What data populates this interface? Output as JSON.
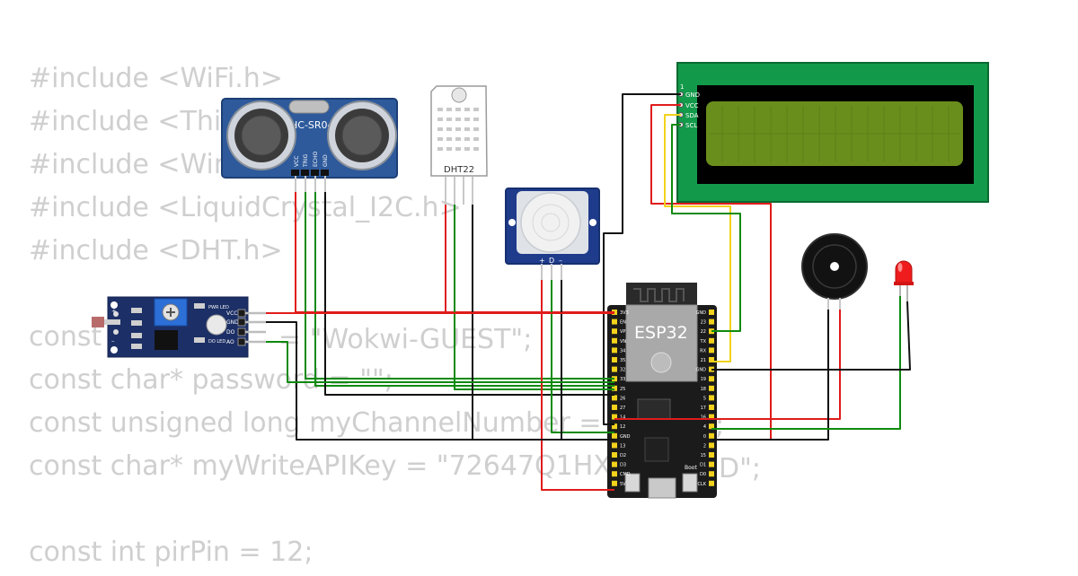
{
  "code_lines": [
    "#include <WiFi.h>",
    "#include <Thin",
    "#include <Wire",
    "#include <LiquidCrystal_I2C.h>",
    "#include <DHT.h>",
    "",
    "const",
    "const char* password = \"\";",
    "const unsigned long myChannelNumber =",
    "const char* myWriteAPIKey = \"72647Q1HX",
    "",
    "const int pirPin = 12;"
  ],
  "code_fragments": {
    "ssid_value": "= \"Wokwi-GUEST\";",
    "channel_end": ";",
    "apikey_end": "D\";"
  },
  "hcsr04": {
    "name": "HC-SR04",
    "pins": [
      "VCC",
      "TRIG",
      "ECHO",
      "GND"
    ]
  },
  "dht22": {
    "name": "DHT22"
  },
  "pir": {
    "pins": [
      "+",
      "D",
      "–"
    ]
  },
  "ldr_module": {
    "pins": [
      "VCC",
      "GND",
      "DO",
      "AO"
    ],
    "leds": [
      "PWR LED",
      "DO LED"
    ],
    "plus": "+",
    "minus": "–"
  },
  "esp32": {
    "name": "ESP32",
    "button": "Boot",
    "left_pins": [
      "3V3",
      "EN",
      "VP",
      "VN",
      "34",
      "35",
      "32",
      "33",
      "25",
      "26",
      "27",
      "14",
      "12",
      "GND",
      "13",
      "D2",
      "D3",
      "CMD",
      "5V"
    ],
    "right_pins": [
      "GND",
      "23",
      "22",
      "TX",
      "RX",
      "21",
      "GND",
      "19",
      "18",
      "5",
      "17",
      "16",
      "4",
      "0",
      "2",
      "15",
      "D1",
      "D0",
      "CLK"
    ]
  },
  "lcd": {
    "pin_index": "1",
    "pins": [
      "GND",
      "VCC",
      "SDA",
      "SCL"
    ]
  },
  "buzzer": {},
  "led": {
    "color": "red"
  },
  "colors": {
    "wire_red": "#e01b1b",
    "wire_black": "#111111",
    "wire_green": "#0d8a0d",
    "wire_yellow": "#f2d21b",
    "pcb_blue": "#2e5a9c",
    "pir_blue": "#1f3b8b",
    "ldr_blue": "#1c2f66",
    "lcd_green": "#129a4a",
    "lcd_screen": "#6a8e1c",
    "esp_board": "#1b1b1b"
  }
}
